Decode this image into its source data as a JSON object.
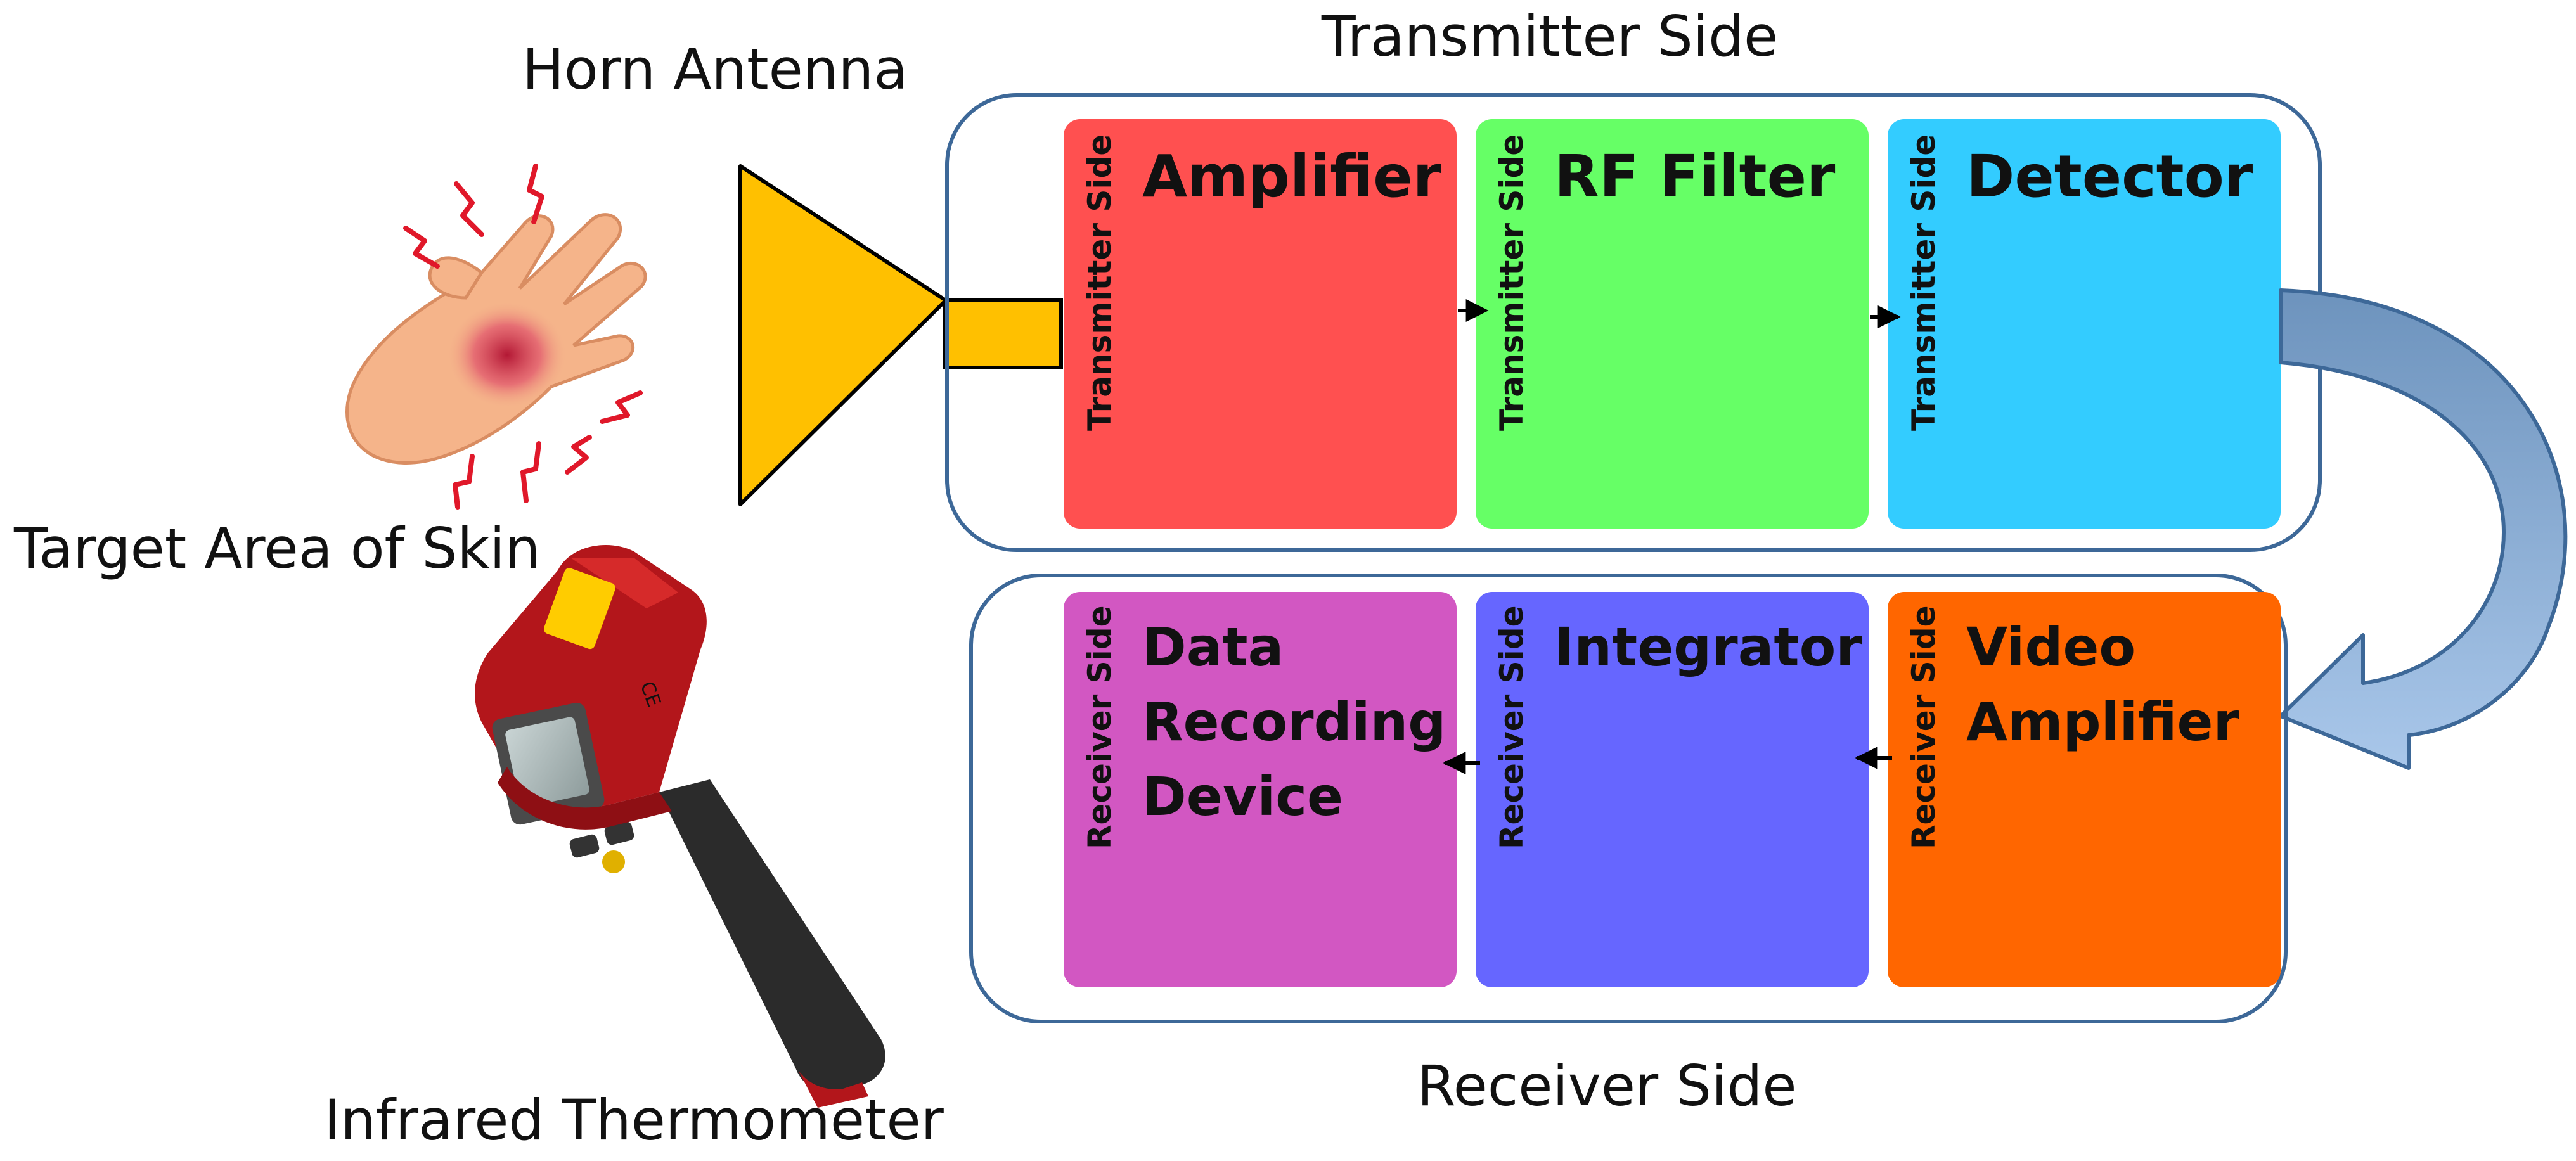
{
  "labels": {
    "horn_antenna": "Horn Antenna",
    "transmitter_side": "Transmitter Side",
    "target_area": "Target Area of Skin",
    "receiver_side": "Receiver Side",
    "infrared_thermometer": "Infrared Thermometer",
    "thermometer_brand": "CE"
  },
  "transmitter": {
    "blocks": [
      {
        "title_lines": [
          "Amplifier"
        ],
        "side_label": "Transmitter Side",
        "color": "#ff5050"
      },
      {
        "title_lines": [
          "RF Filter"
        ],
        "side_label": "Transmitter Side",
        "color": "#66ff66"
      },
      {
        "title_lines": [
          "Detector"
        ],
        "side_label": "Transmitter Side",
        "color": "#33ccff"
      }
    ]
  },
  "receiver": {
    "blocks": [
      {
        "title_lines": [
          "Data",
          "Recording",
          "Device"
        ],
        "side_label": "Receiver Side",
        "color": "#d257c2"
      },
      {
        "title_lines": [
          "Integrator"
        ],
        "side_label": "Receiver Side",
        "color": "#6666ff"
      },
      {
        "title_lines": [
          "Video",
          "Amplifier"
        ],
        "side_label": "Receiver Side",
        "color": "#ff6600"
      }
    ]
  },
  "colors": {
    "horn": "#ffc000",
    "group_border": "#3d6898",
    "curved_arrow": "#7fa6d3",
    "thermometer_body": "#b3161b",
    "thermometer_grip": "#2b2b2b",
    "hand": "#f5b48a",
    "pain_marks": "#e0182a"
  }
}
